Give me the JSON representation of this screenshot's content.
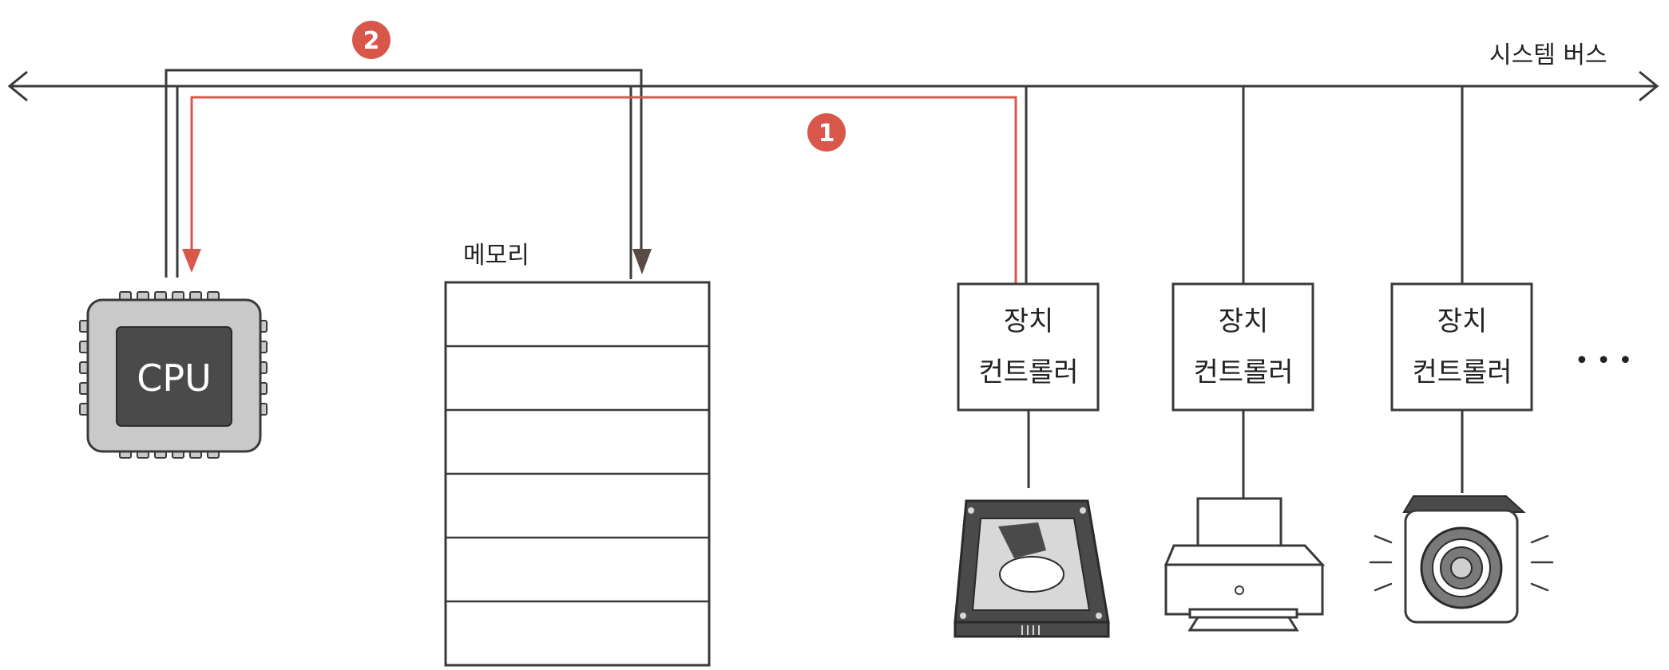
{
  "bus": {
    "label": "시스템 버스"
  },
  "cpu": {
    "label": "CPU"
  },
  "memory": {
    "label": "메모리",
    "rows": 6
  },
  "controllers": [
    {
      "line1": "장치",
      "line2": "컨트롤러",
      "device": "hard-disk-icon"
    },
    {
      "line1": "장치",
      "line2": "컨트롤러",
      "device": "printer-icon"
    },
    {
      "line1": "장치",
      "line2": "컨트롤러",
      "device": "speaker-icon"
    }
  ],
  "ellipsis": "• • •",
  "steps": [
    {
      "number": "1",
      "color": "#d9574a"
    },
    {
      "number": "2",
      "color": "#d9574a"
    }
  ],
  "colors": {
    "line": "#3a3a3a",
    "accent": "#d9574a",
    "chip": "#c9c9c9",
    "chip_core": "#4a4a4a"
  }
}
